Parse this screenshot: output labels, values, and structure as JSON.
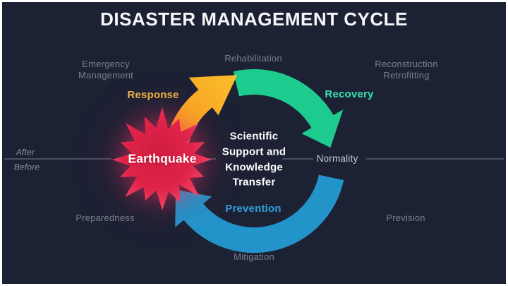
{
  "slide": {
    "title": "DISASTER MANAGEMENT CYCLE"
  },
  "labels": {
    "emergency_management": "Emergency\nManagement",
    "rehabilitation": "Rehabilitation",
    "reconstruction_retrofitting": "Reconstruction\nRetrofitting",
    "response": "Response",
    "recovery": "Recovery",
    "normality": "Normality",
    "prevention": "Prevention",
    "mitigation": "Mitigation",
    "preparedness": "Preparedness",
    "prevision": "Prevision",
    "after": "After",
    "before": "Before",
    "earthquake": "Earthquake",
    "center_text": "Scientific\nSupport and\nKnowledge\nTransfer"
  },
  "colors": {
    "bg": "#1c2134",
    "frame": "#ffffff",
    "title-text": "#f5f6f8",
    "gray-label": "#79808f",
    "normality-label": "#c7cbd4",
    "after-before": "#8b92a1",
    "timeline": "#8d93a3",
    "response-label": "#eeb243",
    "recovery-label": "#38e5af",
    "prevention-label": "#2f9fdc",
    "green-arc": "#1ecb8e",
    "blue-arc": "#2294c9",
    "orange-deep": "#f3961c",
    "orange-bright": "#fcbd2b",
    "star-core": "#cf1d40",
    "star-mid": "#e02349",
    "star-edge": "#f84f6e",
    "earthquake-text": "#ffffff",
    "center-text": "#ffffff"
  }
}
